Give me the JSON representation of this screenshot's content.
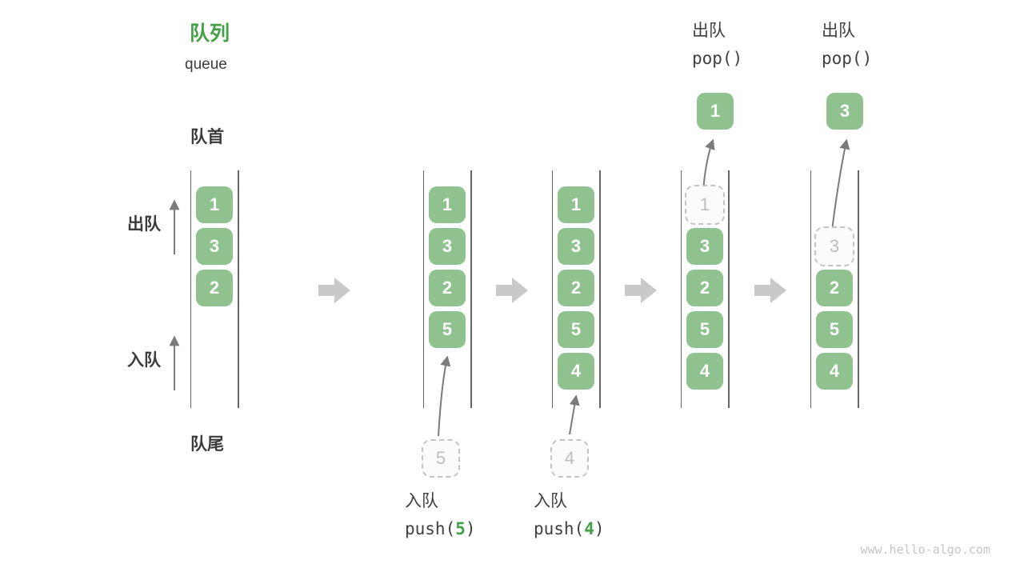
{
  "title": {
    "zh": "队列",
    "en": "queue"
  },
  "labels": {
    "front": "队首",
    "rear": "队尾",
    "dequeue": "出队",
    "enqueue": "入队"
  },
  "watermark": "www.hello-algo.com",
  "colors": {
    "accent_green": "#43A047",
    "box_green": "#90C290",
    "text_dark": "#3B3B3B",
    "arrow_gray": "#7B7B7B",
    "big_arrow_gray": "#C9C9C9"
  },
  "queue_states": [
    {
      "slots": [
        {
          "row": 1,
          "value": "1",
          "style": "filled"
        },
        {
          "row": 2,
          "value": "3",
          "style": "filled"
        },
        {
          "row": 3,
          "value": "2",
          "style": "filled"
        }
      ]
    },
    {
      "slots": [
        {
          "row": 1,
          "value": "1",
          "style": "filled"
        },
        {
          "row": 2,
          "value": "3",
          "style": "filled"
        },
        {
          "row": 3,
          "value": "2",
          "style": "filled"
        },
        {
          "row": 4,
          "value": "5",
          "style": "filled"
        }
      ],
      "staging": {
        "value": "5"
      },
      "op": {
        "action": "入队",
        "code_prefix": "push(",
        "code_arg": "5",
        "code_suffix": ")",
        "position": "bottom"
      }
    },
    {
      "slots": [
        {
          "row": 1,
          "value": "1",
          "style": "filled"
        },
        {
          "row": 2,
          "value": "3",
          "style": "filled"
        },
        {
          "row": 3,
          "value": "2",
          "style": "filled"
        },
        {
          "row": 4,
          "value": "5",
          "style": "filled"
        },
        {
          "row": 5,
          "value": "4",
          "style": "filled"
        }
      ],
      "staging": {
        "value": "4"
      },
      "op": {
        "action": "入队",
        "code_prefix": "push(",
        "code_arg": "4",
        "code_suffix": ")",
        "position": "bottom"
      }
    },
    {
      "slots": [
        {
          "row": 1,
          "value": "1",
          "style": "dashed"
        },
        {
          "row": 2,
          "value": "3",
          "style": "filled"
        },
        {
          "row": 3,
          "value": "2",
          "style": "filled"
        },
        {
          "row": 4,
          "value": "5",
          "style": "filled"
        },
        {
          "row": 5,
          "value": "4",
          "style": "filled"
        }
      ],
      "floating": {
        "value": "1"
      },
      "op": {
        "action": "出队",
        "code_prefix": "pop(",
        "code_arg": "",
        "code_suffix": ")",
        "position": "top"
      }
    },
    {
      "slots": [
        {
          "row": 2,
          "value": "3",
          "style": "dashed"
        },
        {
          "row": 3,
          "value": "2",
          "style": "filled"
        },
        {
          "row": 4,
          "value": "5",
          "style": "filled"
        },
        {
          "row": 5,
          "value": "4",
          "style": "filled"
        }
      ],
      "floating": {
        "value": "3"
      },
      "op": {
        "action": "出队",
        "code_prefix": "pop(",
        "code_arg": "",
        "code_suffix": ")",
        "position": "top"
      }
    }
  ]
}
